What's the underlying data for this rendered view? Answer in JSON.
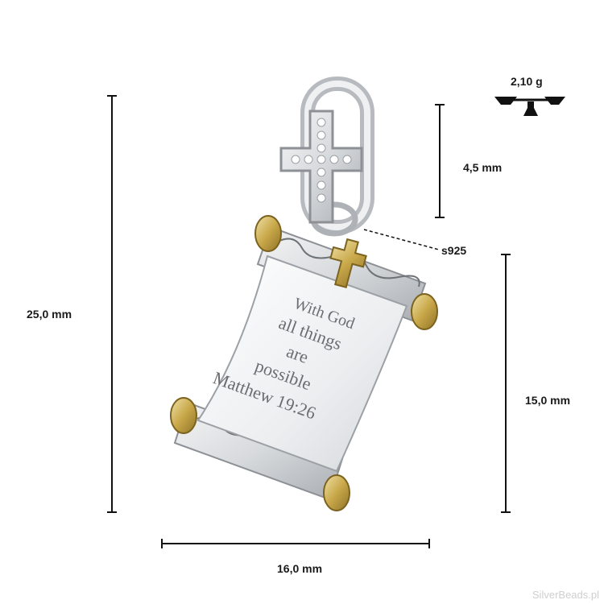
{
  "measurements": {
    "weight": "2,10 g",
    "bail_height": "4,5 mm",
    "material": "s925",
    "total_height": "25,0 mm",
    "scroll_height": "15,0 mm",
    "width": "16,0 mm"
  },
  "engraving": {
    "line1": "With God",
    "line2": "all things",
    "line3": "are",
    "line4": "possible",
    "line5": "Matthew 19:26"
  },
  "watermark": "SilverBeads.pl",
  "colors": {
    "silver": "#d9dcdf",
    "gold": "#c9a84a",
    "line": "#111111"
  }
}
